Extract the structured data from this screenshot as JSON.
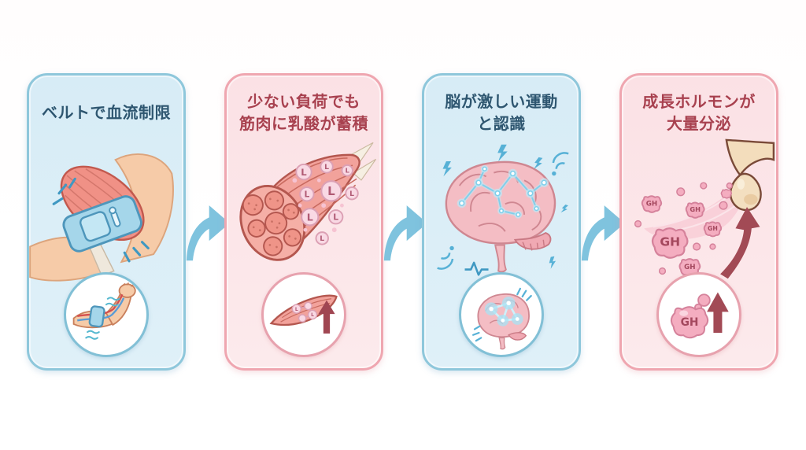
{
  "page": {
    "background": "#FFFFFF",
    "description_icons": [
      "curved-right-arrow-icon",
      "lightning-bolt-icon",
      "wifi-signal-icon",
      "pulse-line-icon",
      "up-arrow-icon"
    ]
  },
  "flow_arrows": {
    "count": 3,
    "color": "#7FC3DE",
    "icon": "curved-right-arrow-icon"
  },
  "panels": [
    {
      "id": "belt-restriction",
      "theme": "blue",
      "panel_bg": "#D9EDF6",
      "panel_border": "#8EC7DB",
      "title_color": "#2E5670",
      "title_line1": "ベルトで血流制限",
      "title_line2": "",
      "illustration": "upper-arm-muscle-with-compression-belt",
      "inset": "flexed-arm-with-cuff-and-restricted-vessels"
    },
    {
      "id": "lactate-accumulation",
      "theme": "pink",
      "panel_bg": "#FBE2E6",
      "panel_border": "#EFA6B0",
      "title_color": "#A8414F",
      "title_line1": "少ない負荷でも",
      "title_line2": "筋肉に乳酸が蓄積",
      "bubble_label": "L",
      "illustration": "muscle-cross-section-with-lactate-bubbles",
      "inset": "spindle-muscle-with-lactate-and-up-arrow"
    },
    {
      "id": "brain-perception",
      "theme": "blue",
      "panel_bg": "#D9EDF6",
      "panel_border": "#8EC7DB",
      "title_color": "#2E5670",
      "title_line1": "脳が激しい運動",
      "title_line2": "と認識",
      "illustration": "brain-with-neural-signals-and-sparks",
      "inset": "brain-with-glowing-synapse-nodes"
    },
    {
      "id": "growth-hormone",
      "theme": "pink",
      "panel_bg": "#FBE2E6",
      "panel_border": "#EFA6B0",
      "title_color": "#A8414F",
      "title_line1": "成長ホルモンが",
      "title_line2": "大量分泌",
      "molecule_label": "GH",
      "illustration": "pituitary-gland-secreting-gh-molecules",
      "inset": "gh-molecule-with-up-arrow"
    }
  ]
}
